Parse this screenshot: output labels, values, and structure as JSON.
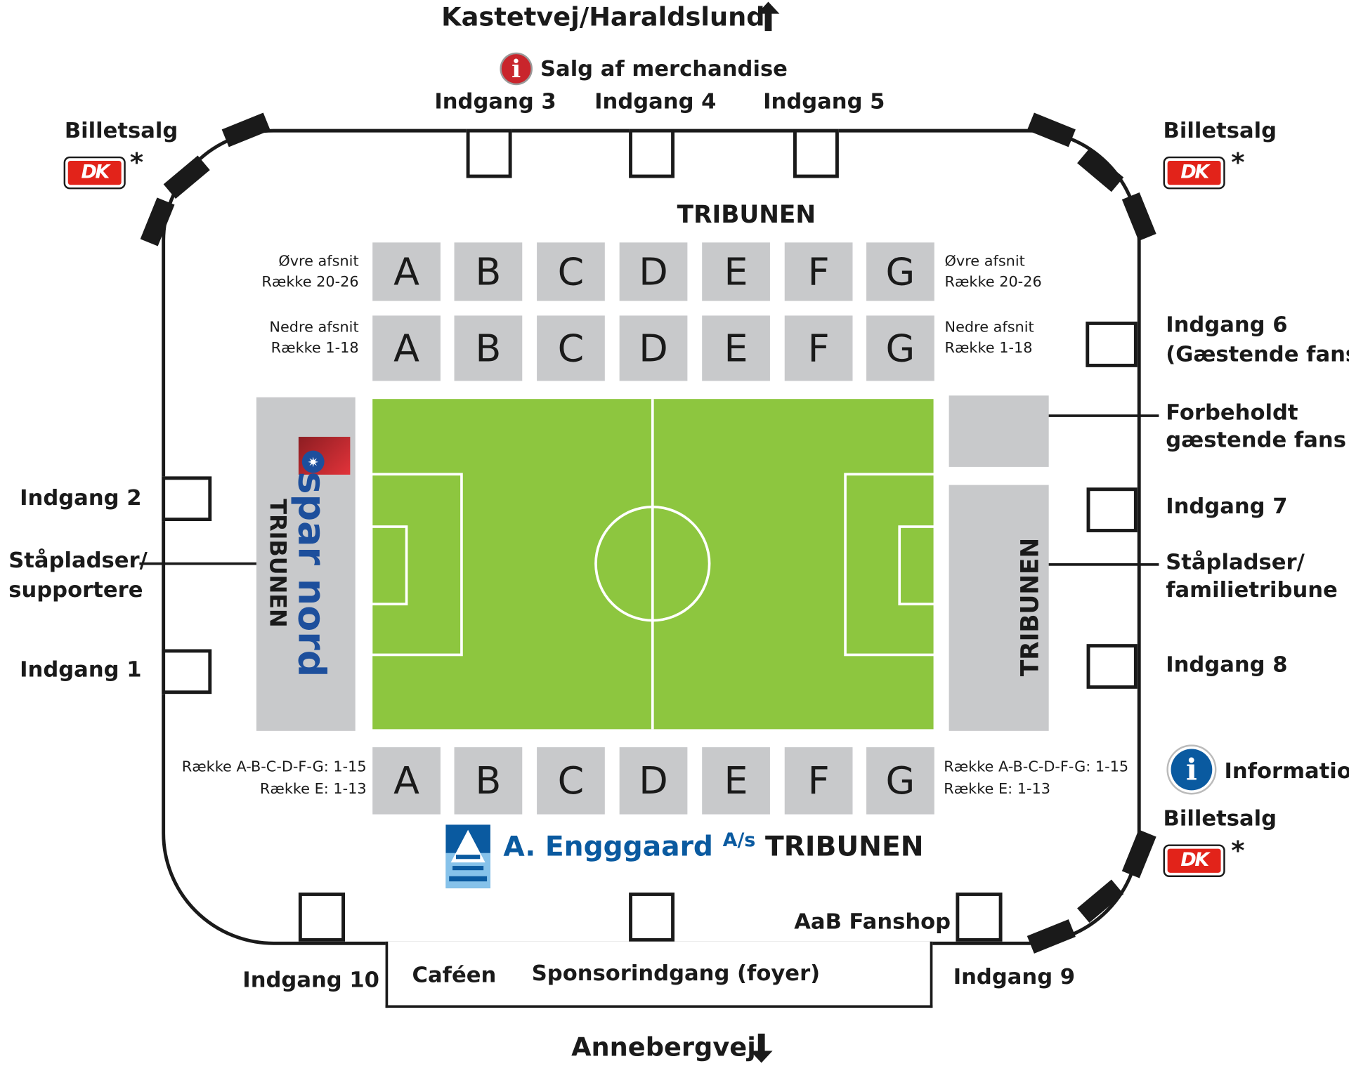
{
  "directions": {
    "north": "Kastetvej/Haraldslund",
    "south": "Annebergvej",
    "north_arrow": "arrow-up-icon",
    "south_arrow": "arrow-down-icon"
  },
  "merchandise": "Salg af merchandise",
  "information": "Information",
  "ticket_sales": {
    "label": "Billetsalg",
    "logo": "DK",
    "asterisk": "*"
  },
  "entrances": {
    "e1": "Indgang 1",
    "e2": "Indgang 2",
    "e3": "Indgang 3",
    "e4": "Indgang 4",
    "e5": "Indgang 5",
    "e6": "Indgang 6",
    "e6b": "(Gæstende fans)",
    "e7": "Indgang 7",
    "e8": "Indgang 8",
    "e9": "Indgang 9",
    "e10": "Indgang 10"
  },
  "stands": {
    "north": "TRIBUNEN",
    "west_sponsor": "spar nord",
    "west": "TRIBUNEN",
    "east": "TRIBUNEN",
    "south_sponsor": "A. Engggaard",
    "south_sponsor_suffix": "A/s",
    "south": "TRIBUNEN"
  },
  "sections": [
    "A",
    "B",
    "C",
    "D",
    "E",
    "F",
    "G"
  ],
  "labels": {
    "upper": "Øvre afsnit",
    "upper_rows": "Række 20-26",
    "lower": "Nedre afsnit",
    "lower_rows": "Række 1-18",
    "south_rows1": "Række A-B-C-D-F-G: 1-15",
    "south_rows2": "Række E: 1-13",
    "west_1": "Ståpladser/",
    "west_2": "supportere",
    "east_1": "Ståpladser/",
    "east_2": "familietribune",
    "reserved_1": "Forbeholdt",
    "reserved_2": "gæstende fans",
    "fanshop": "AaB Fanshop",
    "cafe": "Caféen",
    "sponsor_entrance": "Sponsorindgang (foyer)"
  },
  "colors": {
    "pitch": "#8dc63f",
    "seats": "#c8c9cb",
    "sparnord": "#1d4f9c",
    "enggaard": "#0a5aa0",
    "dk": "#e2231a"
  }
}
